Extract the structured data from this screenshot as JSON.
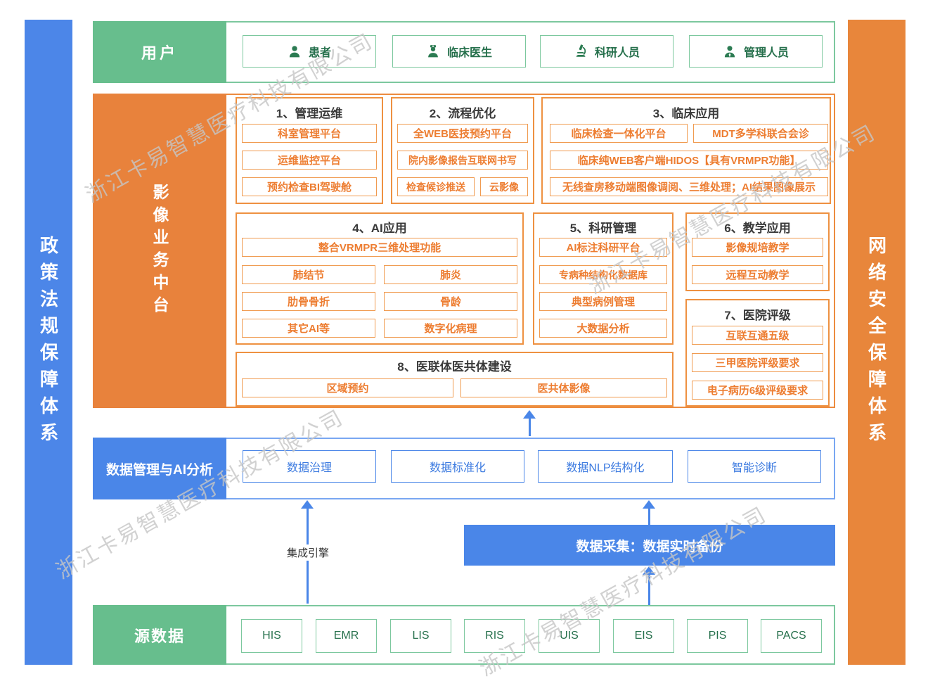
{
  "watermark": {
    "text": "浙江卡易智慧医疗科技有限公司"
  },
  "colors": {
    "green": "#67BE8D",
    "orange": "#E8823C",
    "blue": "#4A86E8",
    "item_text_orange": "#ED7D31",
    "item_text_green": "#26704C",
    "item_text_blue": "#3D7BE0"
  },
  "side_bars": {
    "left": "政策法规保障体系",
    "right": "网络安全保障体系"
  },
  "user_row": {
    "label": "用户",
    "items": [
      {
        "icon": "patient-icon",
        "label": "患者"
      },
      {
        "icon": "doctor-icon",
        "label": "临床医生"
      },
      {
        "icon": "microscope-icon",
        "label": "科研人员"
      },
      {
        "icon": "admin-icon",
        "label": "管理人员"
      }
    ]
  },
  "platform": {
    "label": "影像业务中台",
    "sections": {
      "s1": {
        "title": "1、管理运维",
        "items": [
          "科室管理平台",
          "运维监控平台",
          "预约检查BI驾驶舱"
        ]
      },
      "s2": {
        "title": "2、流程优化",
        "items": [
          "全WEB医技预约平台",
          "院内影像报告互联网书写",
          "检查候诊推送",
          "云影像"
        ]
      },
      "s3": {
        "title": "3、临床应用",
        "items": [
          "临床检查一体化平台",
          "MDT多学科联合会诊",
          "临床纯WEB客户端HIDOS【具有VRMPR功能】",
          "无线查房移动端图像调阅、三维处理；AI结果图像展示"
        ]
      },
      "s4": {
        "title": "4、AI应用",
        "items": [
          "整合VRMPR三维处理功能",
          "肺结节",
          "肺炎",
          "肋骨骨折",
          "骨龄",
          "其它AI等",
          "数字化病理"
        ]
      },
      "s5": {
        "title": "5、科研管理",
        "items": [
          "AI标注科研平台",
          "专病种结构化数据库",
          "典型病例管理",
          "大数据分析"
        ]
      },
      "s6": {
        "title": "6、教学应用",
        "items": [
          "影像规培教学",
          "远程互动教学"
        ]
      },
      "s7": {
        "title": "7、医院评级",
        "items": [
          "互联互通五级",
          "三甲医院评级要求",
          "电子病历6级评级要求"
        ]
      },
      "s8": {
        "title": "8、医联体医共体建设",
        "items": [
          "区域预约",
          "医共体影像"
        ]
      }
    }
  },
  "data_mgmt": {
    "label": "数据管理与AI分析",
    "items": [
      "数据治理",
      "数据标准化",
      "数据NLP结构化",
      "智能诊断"
    ]
  },
  "integration": {
    "label": "集成引擎"
  },
  "collection": {
    "label": "数据采集：数据实时备份"
  },
  "source_data": {
    "label": "源数据",
    "items": [
      "HIS",
      "EMR",
      "LIS",
      "RIS",
      "UIS",
      "EIS",
      "PIS",
      "PACS"
    ]
  }
}
